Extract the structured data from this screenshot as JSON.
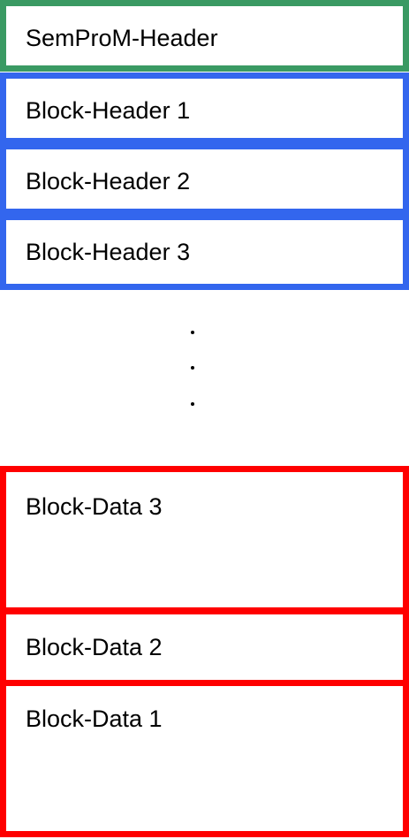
{
  "header": {
    "label": "SemProM-Header",
    "border_color": "#3a9a63"
  },
  "block_headers": {
    "border_color": "#3366ee",
    "items": [
      {
        "label": "Block-Header 1"
      },
      {
        "label": "Block-Header 2"
      },
      {
        "label": "Block-Header 3"
      }
    ]
  },
  "ellipsis": {
    "symbol": "vertical-ellipsis",
    "count": 3
  },
  "block_data": {
    "border_color": "#ff0000",
    "items": [
      {
        "label": "Block-Data 3"
      },
      {
        "label": "Block-Data 2"
      },
      {
        "label": "Block-Data 1"
      }
    ]
  }
}
